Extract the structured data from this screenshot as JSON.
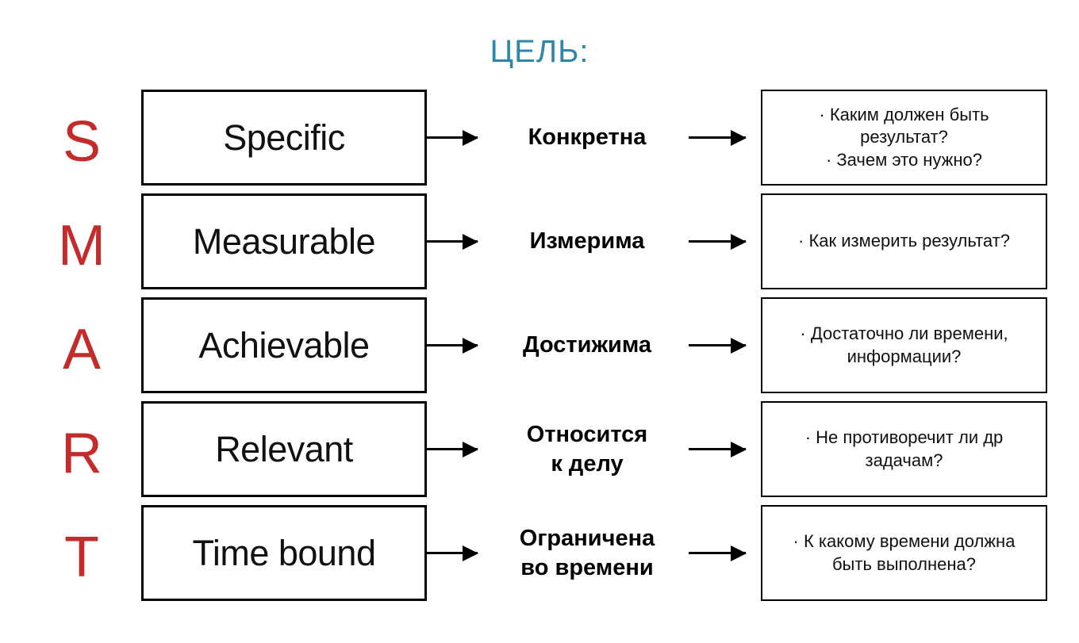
{
  "title": "ЦЕЛЬ:",
  "colors": {
    "title_blue": "#2e86ab",
    "letter_red": "#c42b2b",
    "box_border": "#000000",
    "text_black": "#111111",
    "background": "#ffffff"
  },
  "rows": [
    {
      "letter": "S",
      "english": "Specific",
      "russian_lines": [
        "Конкретна"
      ],
      "questions": [
        "· Каким должен быть",
        "результат?",
        "· Зачем это нужно?"
      ]
    },
    {
      "letter": "M",
      "english": "Measurable",
      "russian_lines": [
        "Измерима"
      ],
      "questions": [
        "· Как измерить результат?"
      ]
    },
    {
      "letter": "A",
      "english": "Achievable",
      "russian_lines": [
        "Достижима"
      ],
      "questions": [
        "· Достаточно ли времени,",
        "информации?"
      ]
    },
    {
      "letter": "R",
      "english": "Relevant",
      "russian_lines": [
        "Относится",
        "к делу"
      ],
      "questions": [
        "· Не противоречит ли др",
        "задачам?"
      ]
    },
    {
      "letter": "T",
      "english": "Time bound",
      "russian_lines": [
        "Ограничена",
        "во времени"
      ],
      "questions": [
        "· К какому времени должна",
        "быть выполнена?"
      ]
    }
  ]
}
